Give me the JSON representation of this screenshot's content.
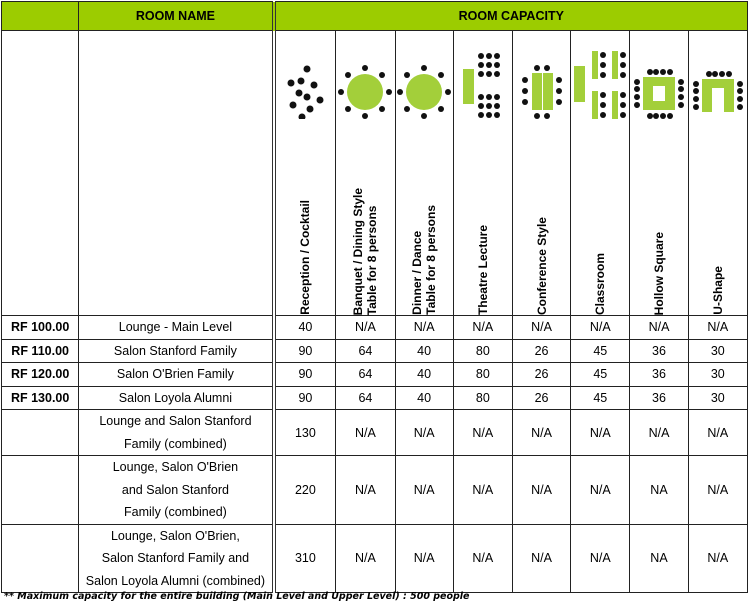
{
  "header": {
    "room_name": "ROOM NAME",
    "room_capacity": "ROOM CAPACITY"
  },
  "columns": [
    {
      "label": "Reception / Cocktail",
      "icon": "reception-cocktail-icon"
    },
    {
      "label": "Banquet / Dining Style\nTable for 8 persons",
      "icon": "banquet-table-icon"
    },
    {
      "label": "Dinner / Dance\nTable for 8 persons",
      "icon": "dinner-dance-table-icon"
    },
    {
      "label": "Theatre Lecture",
      "icon": "theatre-lecture-icon"
    },
    {
      "label": "Conference Style",
      "icon": "conference-style-icon"
    },
    {
      "label": "Classroom",
      "icon": "classroom-icon"
    },
    {
      "label": "Hollow Square",
      "icon": "hollow-square-icon"
    },
    {
      "label": "U-Shape",
      "icon": "u-shape-icon"
    }
  ],
  "rows": [
    {
      "code": "RF 100.00",
      "name": "Lounge - Main Level",
      "values": [
        "40",
        "N/A",
        "N/A",
        "N/A",
        "N/A",
        "N/A",
        "N/A",
        "N/A"
      ]
    },
    {
      "code": "RF 110.00",
      "name": "Salon Stanford Family",
      "values": [
        "90",
        "64",
        "40",
        "80",
        "26",
        "45",
        "36",
        "30"
      ]
    },
    {
      "code": "RF 120.00",
      "name": "Salon O'Brien Family",
      "values": [
        "90",
        "64",
        "40",
        "80",
        "26",
        "45",
        "36",
        "30"
      ]
    },
    {
      "code": "RF 130.00",
      "name": "Salon Loyola Alumni",
      "values": [
        "90",
        "64",
        "40",
        "80",
        "26",
        "45",
        "36",
        "30"
      ]
    },
    {
      "code": "",
      "name": "Lounge and Salon Stanford\nFamily (combined)",
      "values": [
        "130",
        "N/A",
        "N/A",
        "N/A",
        "N/A",
        "N/A",
        "N/A",
        "N/A"
      ]
    },
    {
      "code": "",
      "name": "Lounge, Salon O'Brien\nand Salon Stanford\nFamily (combined)",
      "values": [
        "220",
        "N/A",
        "N/A",
        "N/A",
        "N/A",
        "N/A",
        "NA",
        "N/A"
      ]
    },
    {
      "code": "",
      "name": "Lounge, Salon O'Brien,\nSalon Stanford Family and\nSalon Loyola Alumni (combined)",
      "values": [
        "310",
        "N/A",
        "N/A",
        "N/A",
        "N/A",
        "N/A",
        "NA",
        "N/A"
      ]
    }
  ],
  "footnote": "** Maximum capacity for the entire  building (Main Level and Upper Level) :  500 people",
  "colors": {
    "accent_green": "#9ccc00",
    "icon_green": "#a3cf3a",
    "dot": "#111111"
  }
}
